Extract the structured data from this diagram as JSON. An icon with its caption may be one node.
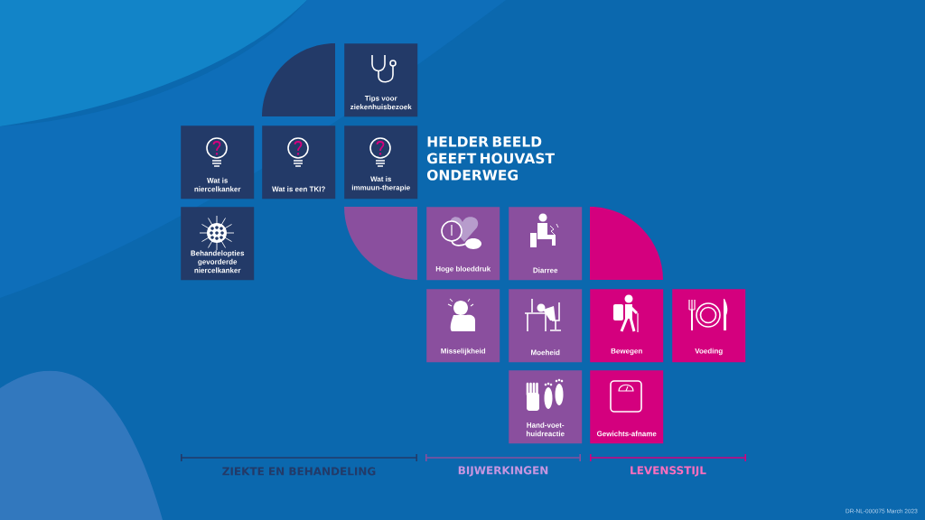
{
  "diagram": {
    "title": "HELDER BEELD GEEFT HOUVAST ONDERWEG",
    "nodes": [
      {
        "text": [],
        "shape": "quadrant"
      },
      {
        "text": [
          "Tips voor ziekenhuisbezoek"
        ]
      },
      {
        "text": [
          "Wat is niercelkanker"
        ]
      },
      {
        "text": [
          "Wat is een TKI?"
        ]
      },
      {
        "text": [
          "Wat is immuun-therapie"
        ]
      },
      {
        "text": [
          "Behandelopties gevorderde niercelkanker"
        ]
      },
      {
        "text": [],
        "shape": "quadrant"
      },
      {
        "text": [
          "Hoge bloeddruk"
        ]
      },
      {
        "text": [
          "Diarree"
        ]
      },
      {
        "text": [],
        "shape": "quadrant"
      },
      {
        "text": [
          "Misselijkheid"
        ]
      },
      {
        "text": [
          "Moeheid"
        ]
      },
      {
        "text": [
          "Bewegen"
        ]
      },
      {
        "text": [
          "Voeding"
        ]
      },
      {
        "text": [
          "Hand-voet-huidreactie"
        ]
      },
      {
        "text": [
          "Gewichts-afname"
        ]
      }
    ],
    "labels": [
      "ZIEKTE EN BEHANDELING",
      "BIJWERKINGEN",
      "LEVENSSTIJL",
      "DR-NL-000075 March 2023"
    ]
  }
}
